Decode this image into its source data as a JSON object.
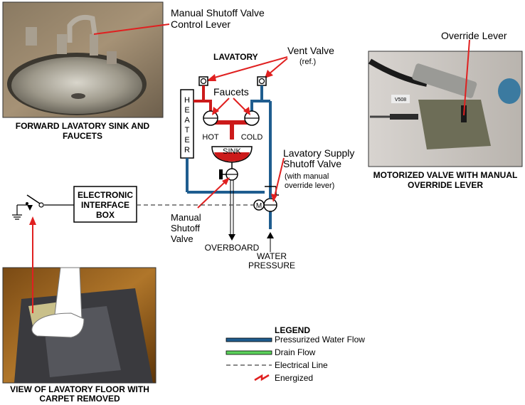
{
  "photos": {
    "sink": {
      "caption_line1": "FORWARD LAVATORY SINK AND",
      "caption_line2": "FAUCETS",
      "callout_line1": "Manual Shutoff Valve",
      "callout_line2": "Control Lever"
    },
    "motor_valve": {
      "caption_line1": "MOTORIZED VALVE WITH MANUAL",
      "caption_line2": "OVERRIDE LEVER",
      "callout": "Override Lever",
      "tag": "V508"
    },
    "floor": {
      "caption_line1": "VIEW OF LAVATORY FLOOR WITH",
      "caption_line2": "CARPET REMOVED"
    }
  },
  "schematic": {
    "title": "LAVATORY",
    "vent_valve_line1": "Vent Valve",
    "vent_valve_line2": "(ref.)",
    "heater_letters": [
      "H",
      "E",
      "A",
      "T",
      "E",
      "R"
    ],
    "faucets": "Faucets",
    "hot": "HOT",
    "cold": "COLD",
    "sink": "SINK",
    "supply_valve_line1": "Lavatory Supply",
    "supply_valve_line2": "Shutoff Valve",
    "supply_valve_line3": "(with manual",
    "supply_valve_line4": "override lever)",
    "motor_letter": "M",
    "manual_shutoff_line1": "Manual",
    "manual_shutoff_line2": "Shutoff",
    "manual_shutoff_line3": "Valve",
    "overboard": "OVERBOARD",
    "water_pressure_line1": "WATER",
    "water_pressure_line2": "PRESSURE",
    "eib_line1": "ELECTRONIC",
    "eib_line2": "INTERFACE",
    "eib_line3": "BOX"
  },
  "legend": {
    "title": "LEGEND",
    "items": [
      {
        "label": "Pressurized Water Flow",
        "color": "#1f5d8f"
      },
      {
        "label": "Drain Flow",
        "color": "#5bd05b"
      },
      {
        "label": "Electrical Line",
        "color": "#444444"
      },
      {
        "label": "Energized",
        "color": "#e02020"
      }
    ]
  },
  "colors": {
    "water": "#1f5d8f",
    "hot_water": "#cc1a1a",
    "drain": "#5bd05b",
    "energized": "#e02020"
  }
}
